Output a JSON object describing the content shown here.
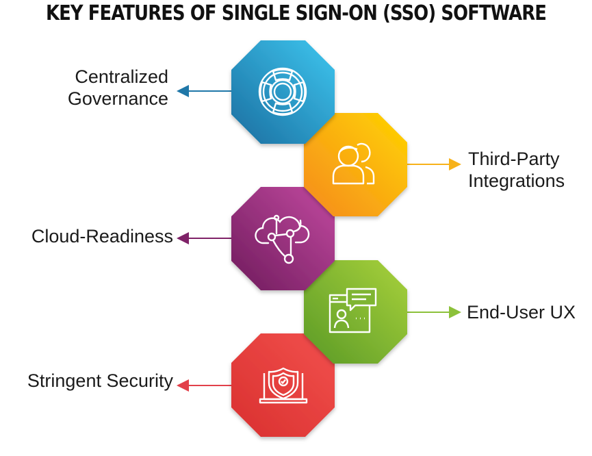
{
  "title": "KEY FEATURES OF SINGLE SIGN-ON (SSO) SOFTWARE",
  "features": [
    {
      "line1": "Centralized",
      "line2": "Governance",
      "icon": "lifebuoy-icon",
      "color_start": "#1f6fa3",
      "color_end": "#3cc3ec"
    },
    {
      "line1": "Third-Party",
      "line2": "Integrations",
      "icon": "users-icon",
      "color_start": "#f6921e",
      "color_end": "#ffd200"
    },
    {
      "line1": "Cloud-Readiness",
      "line2": "",
      "icon": "cloud-network-icon",
      "color_start": "#7a1f64",
      "color_end": "#c0499e"
    },
    {
      "line1": "End-User UX",
      "line2": "",
      "icon": "user-interface-icon",
      "color_start": "#5f9c2a",
      "color_end": "#a6cf3a"
    },
    {
      "line1": "Stringent Security",
      "line2": "",
      "icon": "shield-laptop-icon",
      "color_start": "#e43a3a",
      "color_end": "#ef5350"
    }
  ]
}
